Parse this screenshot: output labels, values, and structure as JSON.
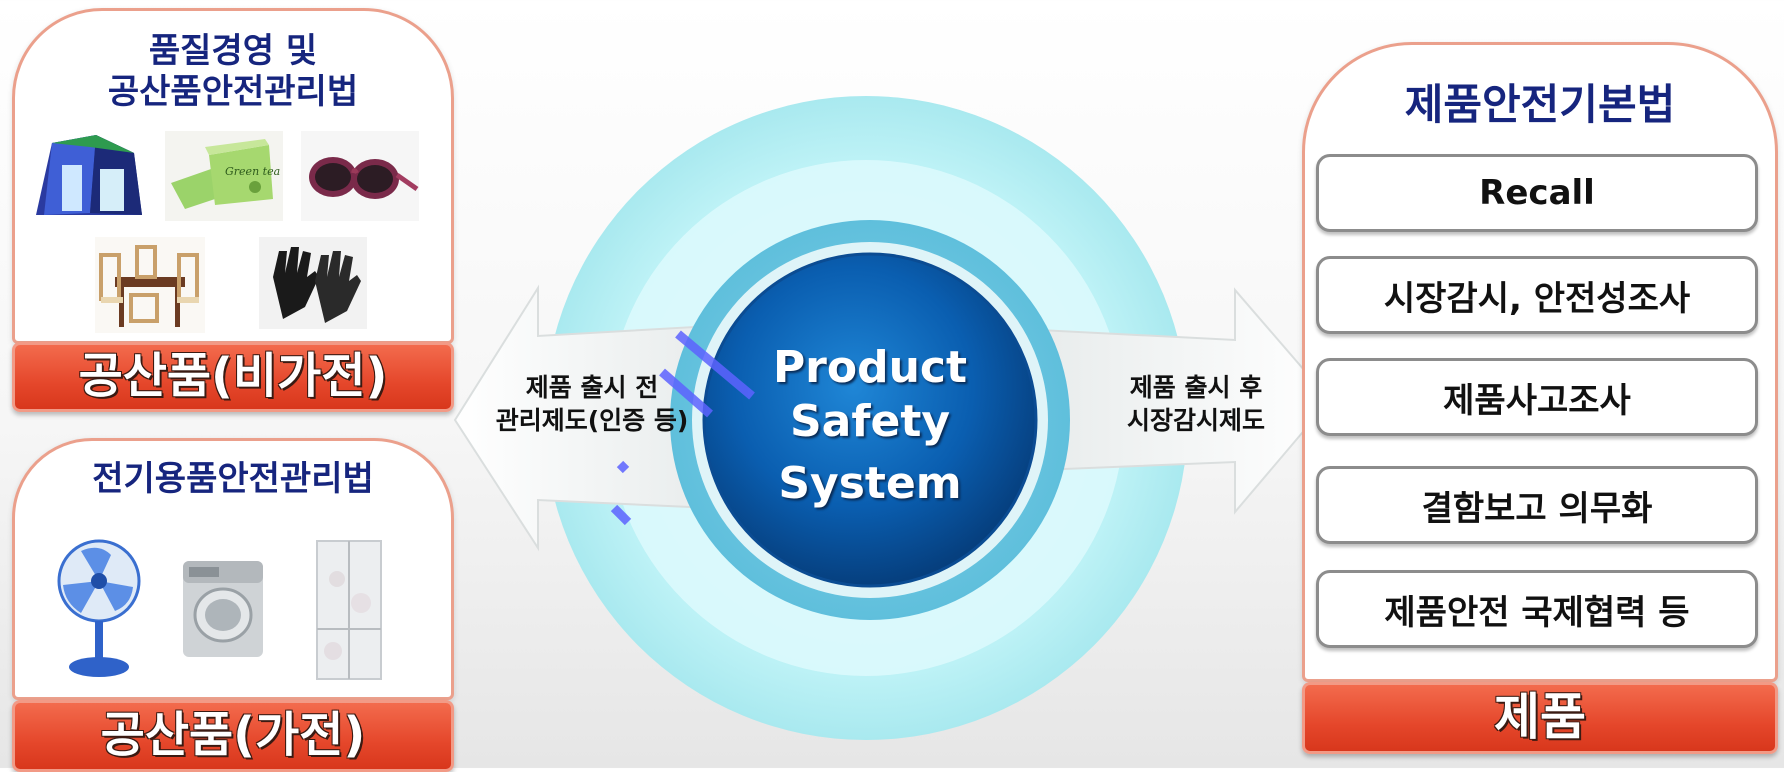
{
  "left_top_panel": {
    "title_line1": "품질경영 및",
    "title_line2": "공산품안전관리법",
    "banner": "공산품(비가전)",
    "product_icons": [
      "tent-icon",
      "green-tea-box-icon",
      "sunglasses-icon",
      "dining-set-icon",
      "gloves-icon"
    ]
  },
  "left_bottom_panel": {
    "title": "전기용품안전관리법",
    "banner": "공산품(가전)",
    "product_icons": [
      "electric-fan-icon",
      "washing-machine-icon",
      "refrigerator-icon"
    ]
  },
  "center": {
    "line1": "Product",
    "line2": "Safety",
    "line3": "System"
  },
  "left_arrow": {
    "line1": "제품 출시 전",
    "line2": "관리제도(인증 등)"
  },
  "right_arrow": {
    "line1": "제품 출시 후",
    "line2": "시장감시제도"
  },
  "right_panel": {
    "title": "제품안전기본법",
    "items": [
      "Recall",
      "시장감시, 안전성조사",
      "제품사고조사",
      "결함보고 의무화",
      "제품안전 국제협력 등"
    ],
    "banner": "제품"
  },
  "colors": {
    "title_navy": "#16257e",
    "banner_red": "#e5472b",
    "panel_border": "#eba08c",
    "core_blue": "#0a5eb0",
    "ring_cyan": "#bff3f7"
  }
}
